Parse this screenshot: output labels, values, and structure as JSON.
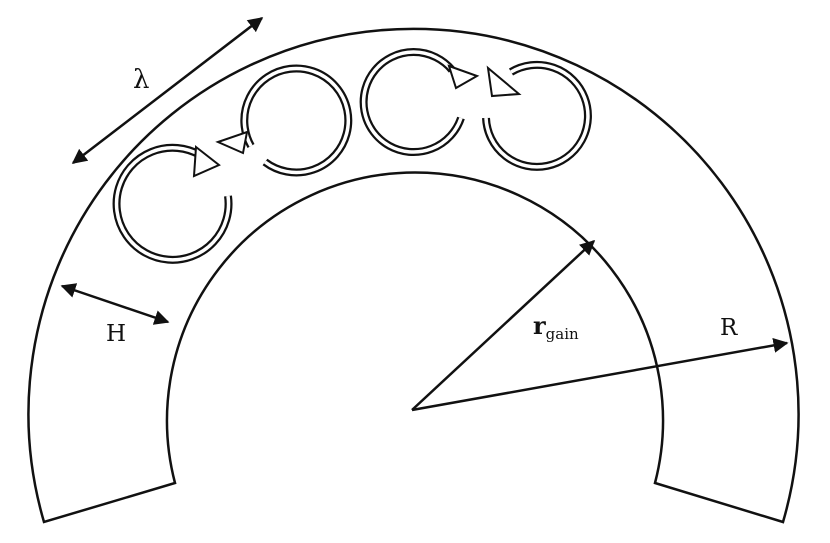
{
  "labels": {
    "wavelength": "λ",
    "gap": "H",
    "gain_radius_main": "r",
    "gain_radius_sub": "gain",
    "outer_radius": "R"
  },
  "colors": {
    "stroke": "#111111",
    "background": "#ffffff"
  }
}
